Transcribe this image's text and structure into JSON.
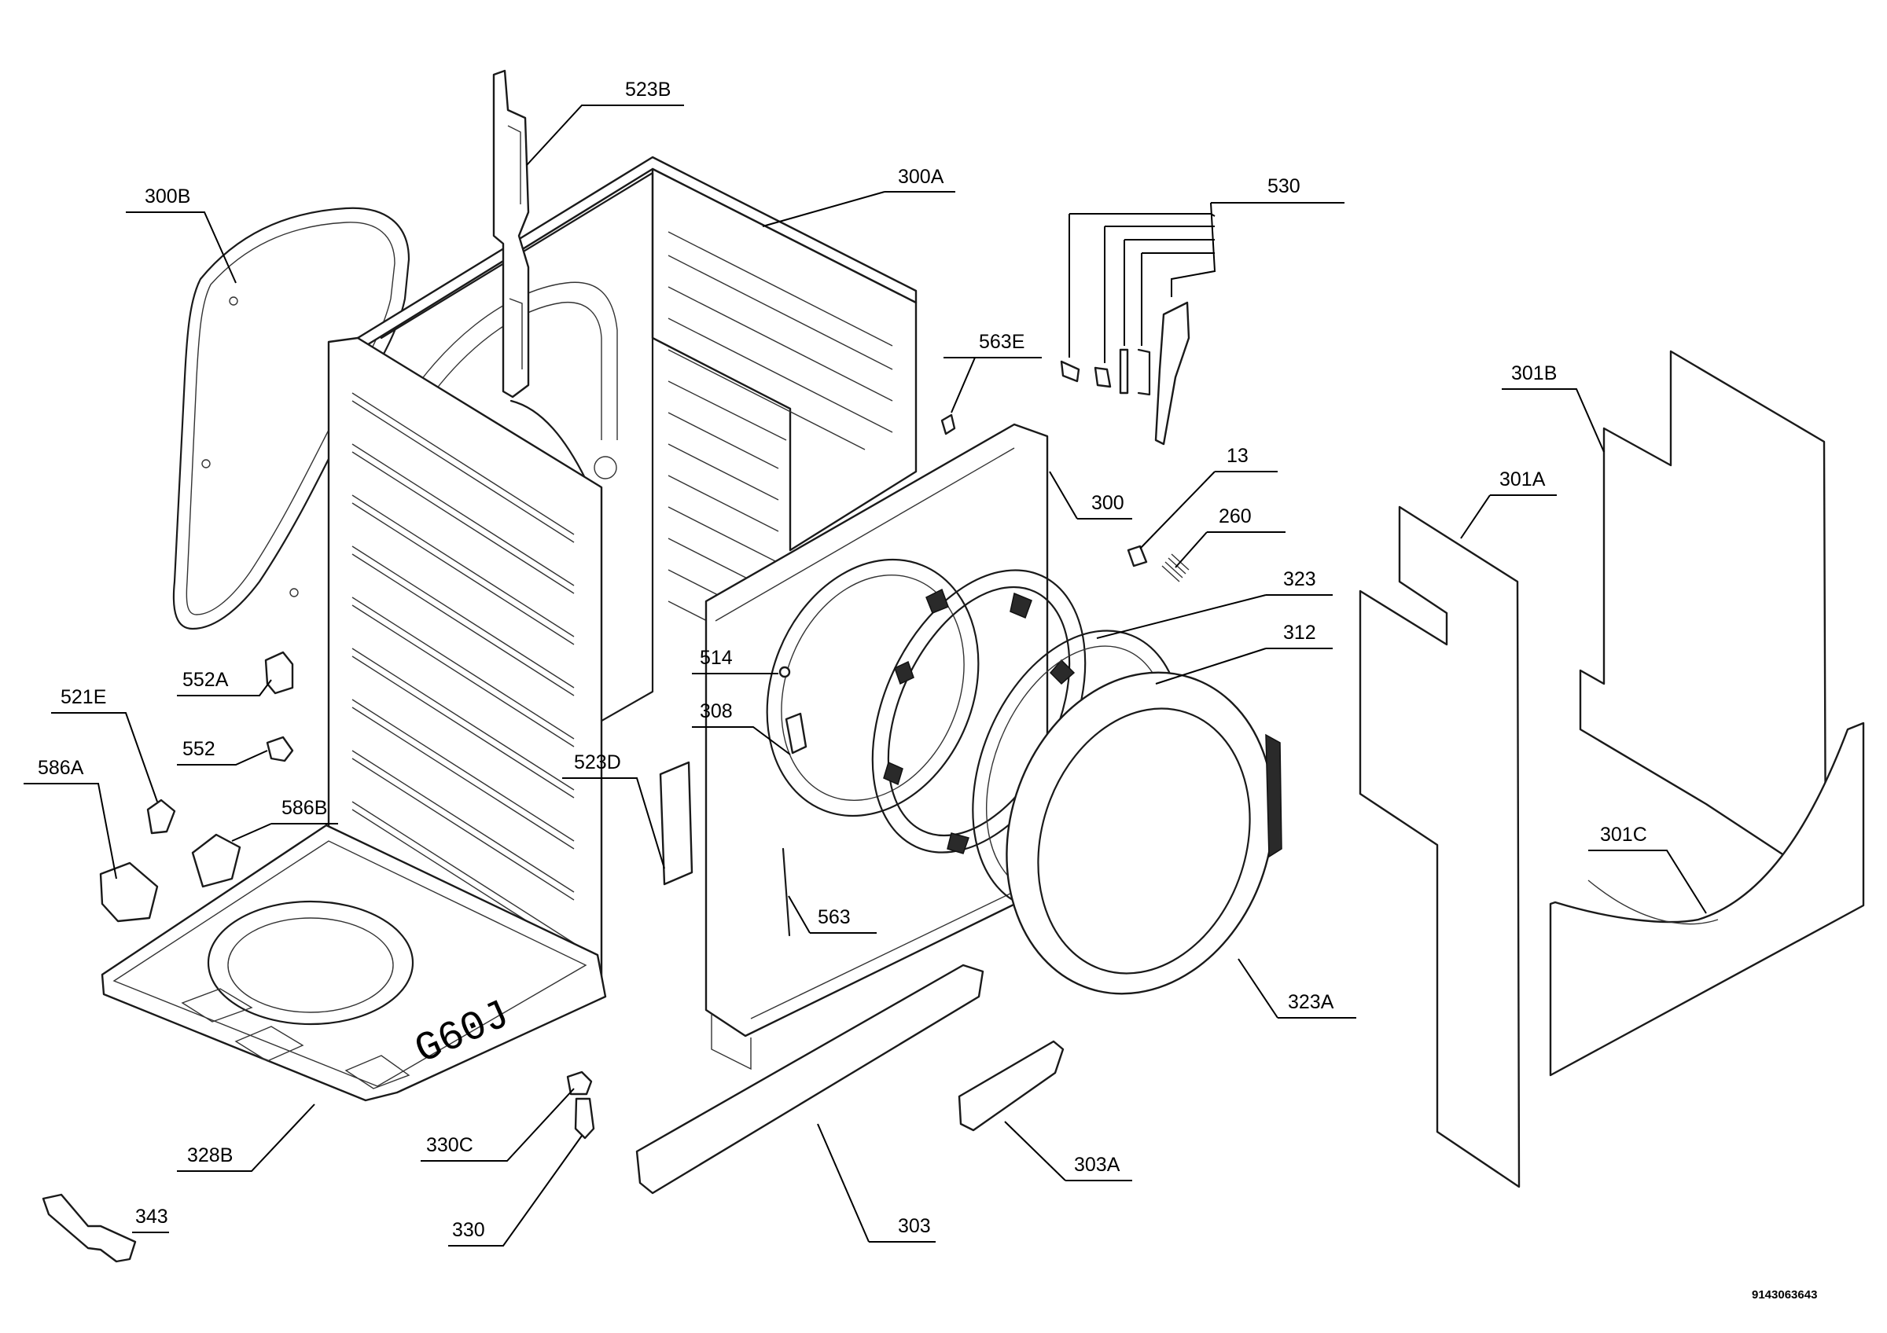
{
  "diagram": {
    "callouts": [
      {
        "id": "523B",
        "label": "523B"
      },
      {
        "id": "300A",
        "label": "300A"
      },
      {
        "id": "300B",
        "label": "300B"
      },
      {
        "id": "530",
        "label": "530"
      },
      {
        "id": "563E",
        "label": "563E"
      },
      {
        "id": "301B",
        "label": "301B"
      },
      {
        "id": "13",
        "label": "13"
      },
      {
        "id": "300",
        "label": "300"
      },
      {
        "id": "301A",
        "label": "301A"
      },
      {
        "id": "260",
        "label": "260"
      },
      {
        "id": "323",
        "label": "323"
      },
      {
        "id": "312",
        "label": "312"
      },
      {
        "id": "514",
        "label": "514"
      },
      {
        "id": "552A",
        "label": "552A"
      },
      {
        "id": "521E",
        "label": "521E"
      },
      {
        "id": "308",
        "label": "308"
      },
      {
        "id": "552",
        "label": "552"
      },
      {
        "id": "586A",
        "label": "586A"
      },
      {
        "id": "523D",
        "label": "523D"
      },
      {
        "id": "586B",
        "label": "586B"
      },
      {
        "id": "301C",
        "label": "301C"
      },
      {
        "id": "563",
        "label": "563"
      },
      {
        "id": "323A",
        "label": "323A"
      },
      {
        "id": "303A",
        "label": "303A"
      },
      {
        "id": "330C",
        "label": "330C"
      },
      {
        "id": "328B",
        "label": "328B"
      },
      {
        "id": "343",
        "label": "343"
      },
      {
        "id": "330",
        "label": "330"
      },
      {
        "id": "303",
        "label": "303"
      }
    ],
    "base_marking": "G60J",
    "reference_number": "9143063643"
  }
}
